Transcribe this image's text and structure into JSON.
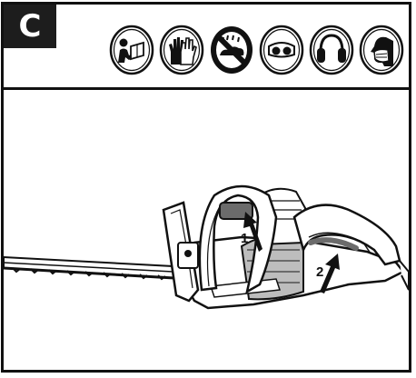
{
  "step": {
    "letter": "C"
  },
  "safety_icons": [
    {
      "name": "read-manual-icon"
    },
    {
      "name": "wear-gloves-icon"
    },
    {
      "name": "no-wet-conditions-icon"
    },
    {
      "name": "wear-goggles-icon"
    },
    {
      "name": "wear-ear-protection-icon"
    },
    {
      "name": "wear-dust-mask-icon"
    }
  ],
  "illustration": {
    "callouts": [
      {
        "label": "1"
      },
      {
        "label": "2"
      }
    ]
  },
  "colors": {
    "ink": "#111111",
    "badge": "#1d1d1d",
    "shade": "#6b6b6b",
    "light_shade": "#bdbdbd"
  }
}
